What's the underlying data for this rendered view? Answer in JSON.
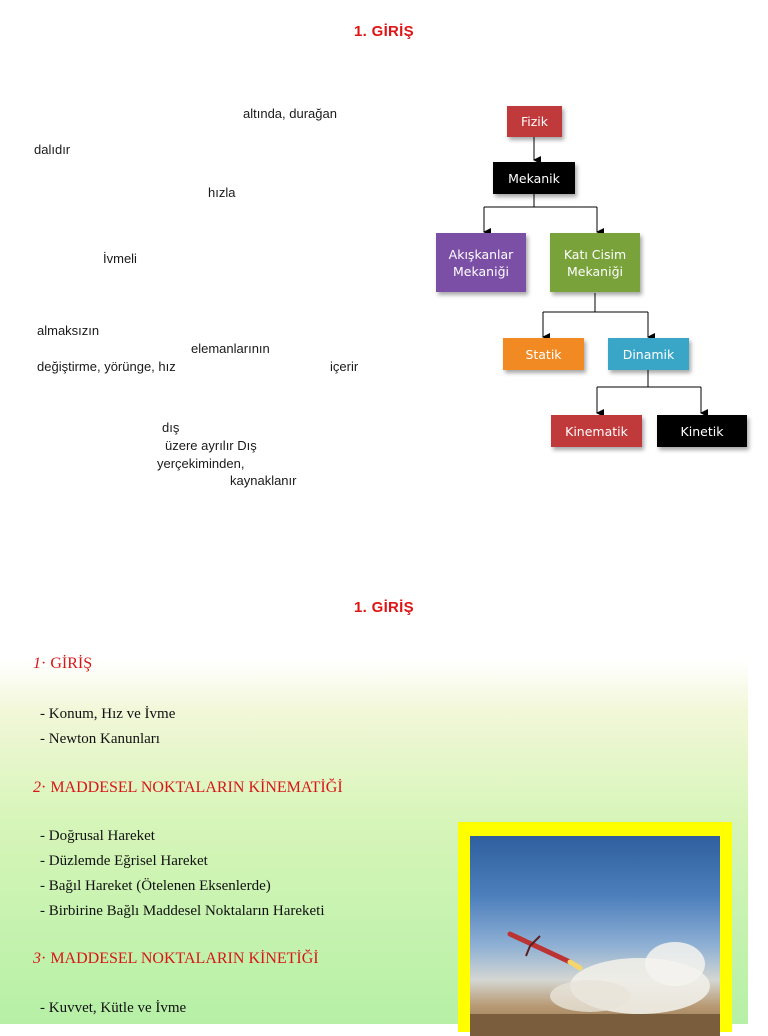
{
  "slide1": {
    "title": "1. GİRİŞ",
    "fragments": {
      "f1": "altında,   durağan",
      "f2": "dalıdır",
      "f3": "hızla",
      "f4": "İvmeli",
      "f5": "almaksızın",
      "f6": "elemanlarının",
      "f7": "değiştirme, yörünge, hız",
      "f8": "içerir",
      "f9": "dış",
      "f10": "üzere            ayrılır   Dış",
      "f11": "yerçekiminden,",
      "f12": "kaynaklanır"
    },
    "diagram": {
      "fizik": "Fizik",
      "mekanik": "Mekanik",
      "akiskanlar_1": "Akışkanlar",
      "akiskanlar_2": "Mekaniği",
      "kati_1": "Katı Cisim",
      "kati_2": "Mekaniği",
      "statik": "Statik",
      "dinamik": "Dinamik",
      "kinematik": "Kinematik",
      "kinetik": "Kinetik",
      "colors": {
        "fizik": "#c0393b",
        "mekanik": "#000000",
        "akiskanlar": "#7b4fa6",
        "kati": "#79a33a",
        "statik": "#f28a23",
        "dinamik": "#3aa6c7",
        "kinematik": "#c0393b",
        "kinetik": "#000000"
      }
    }
  },
  "slide2": {
    "title": "1. GİRİŞ",
    "s1": {
      "num": "1",
      "label": "GİRİŞ"
    },
    "s1_items": [
      "- Konum, Hız ve İvme",
      "- Newton Kanunları"
    ],
    "s2": {
      "num": "2",
      "label": "MADDESEL NOKTALARIN KİNEMATİĞİ"
    },
    "s2_items": [
      "- Doğrusal Hareket",
      "- Düzlemde Eğrisel Hareket",
      "- Bağıl Hareket (Ötelenen Eksenlerde)",
      "- Birbirine Bağlı Maddesel Noktaların Hareketi"
    ],
    "s3": {
      "num": "3",
      "label": "MADDESEL NOKTALARIN KİNETİĞİ"
    },
    "s3_items": [
      "- Kuvvet, Kütle ve İvme"
    ]
  }
}
